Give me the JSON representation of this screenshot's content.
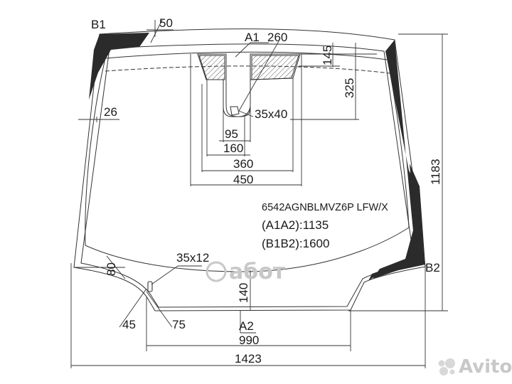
{
  "points": {
    "a1": "A1",
    "a2": "A2",
    "b1": "B1",
    "b2": "B2"
  },
  "dimensions": {
    "top_left": "50",
    "top_center": "260",
    "right_145": "145",
    "right_325": "325",
    "side_26": "26",
    "sensor": "35x40",
    "w95": "95",
    "w160": "160",
    "w360": "360",
    "w450": "450",
    "h1183": "1183",
    "vin": "35x12",
    "left_80": "80",
    "h140": "140",
    "left_45": "45",
    "left_75": "75",
    "w990": "990",
    "w1423": "1423"
  },
  "info": {
    "part_code": "6542AGNBLMVZ6P LFW/X",
    "a1a2": "(A1A2):1135",
    "b1b2": "(B1B2):1600"
  },
  "watermarks": {
    "center": "aбот",
    "avito": "Avito"
  }
}
